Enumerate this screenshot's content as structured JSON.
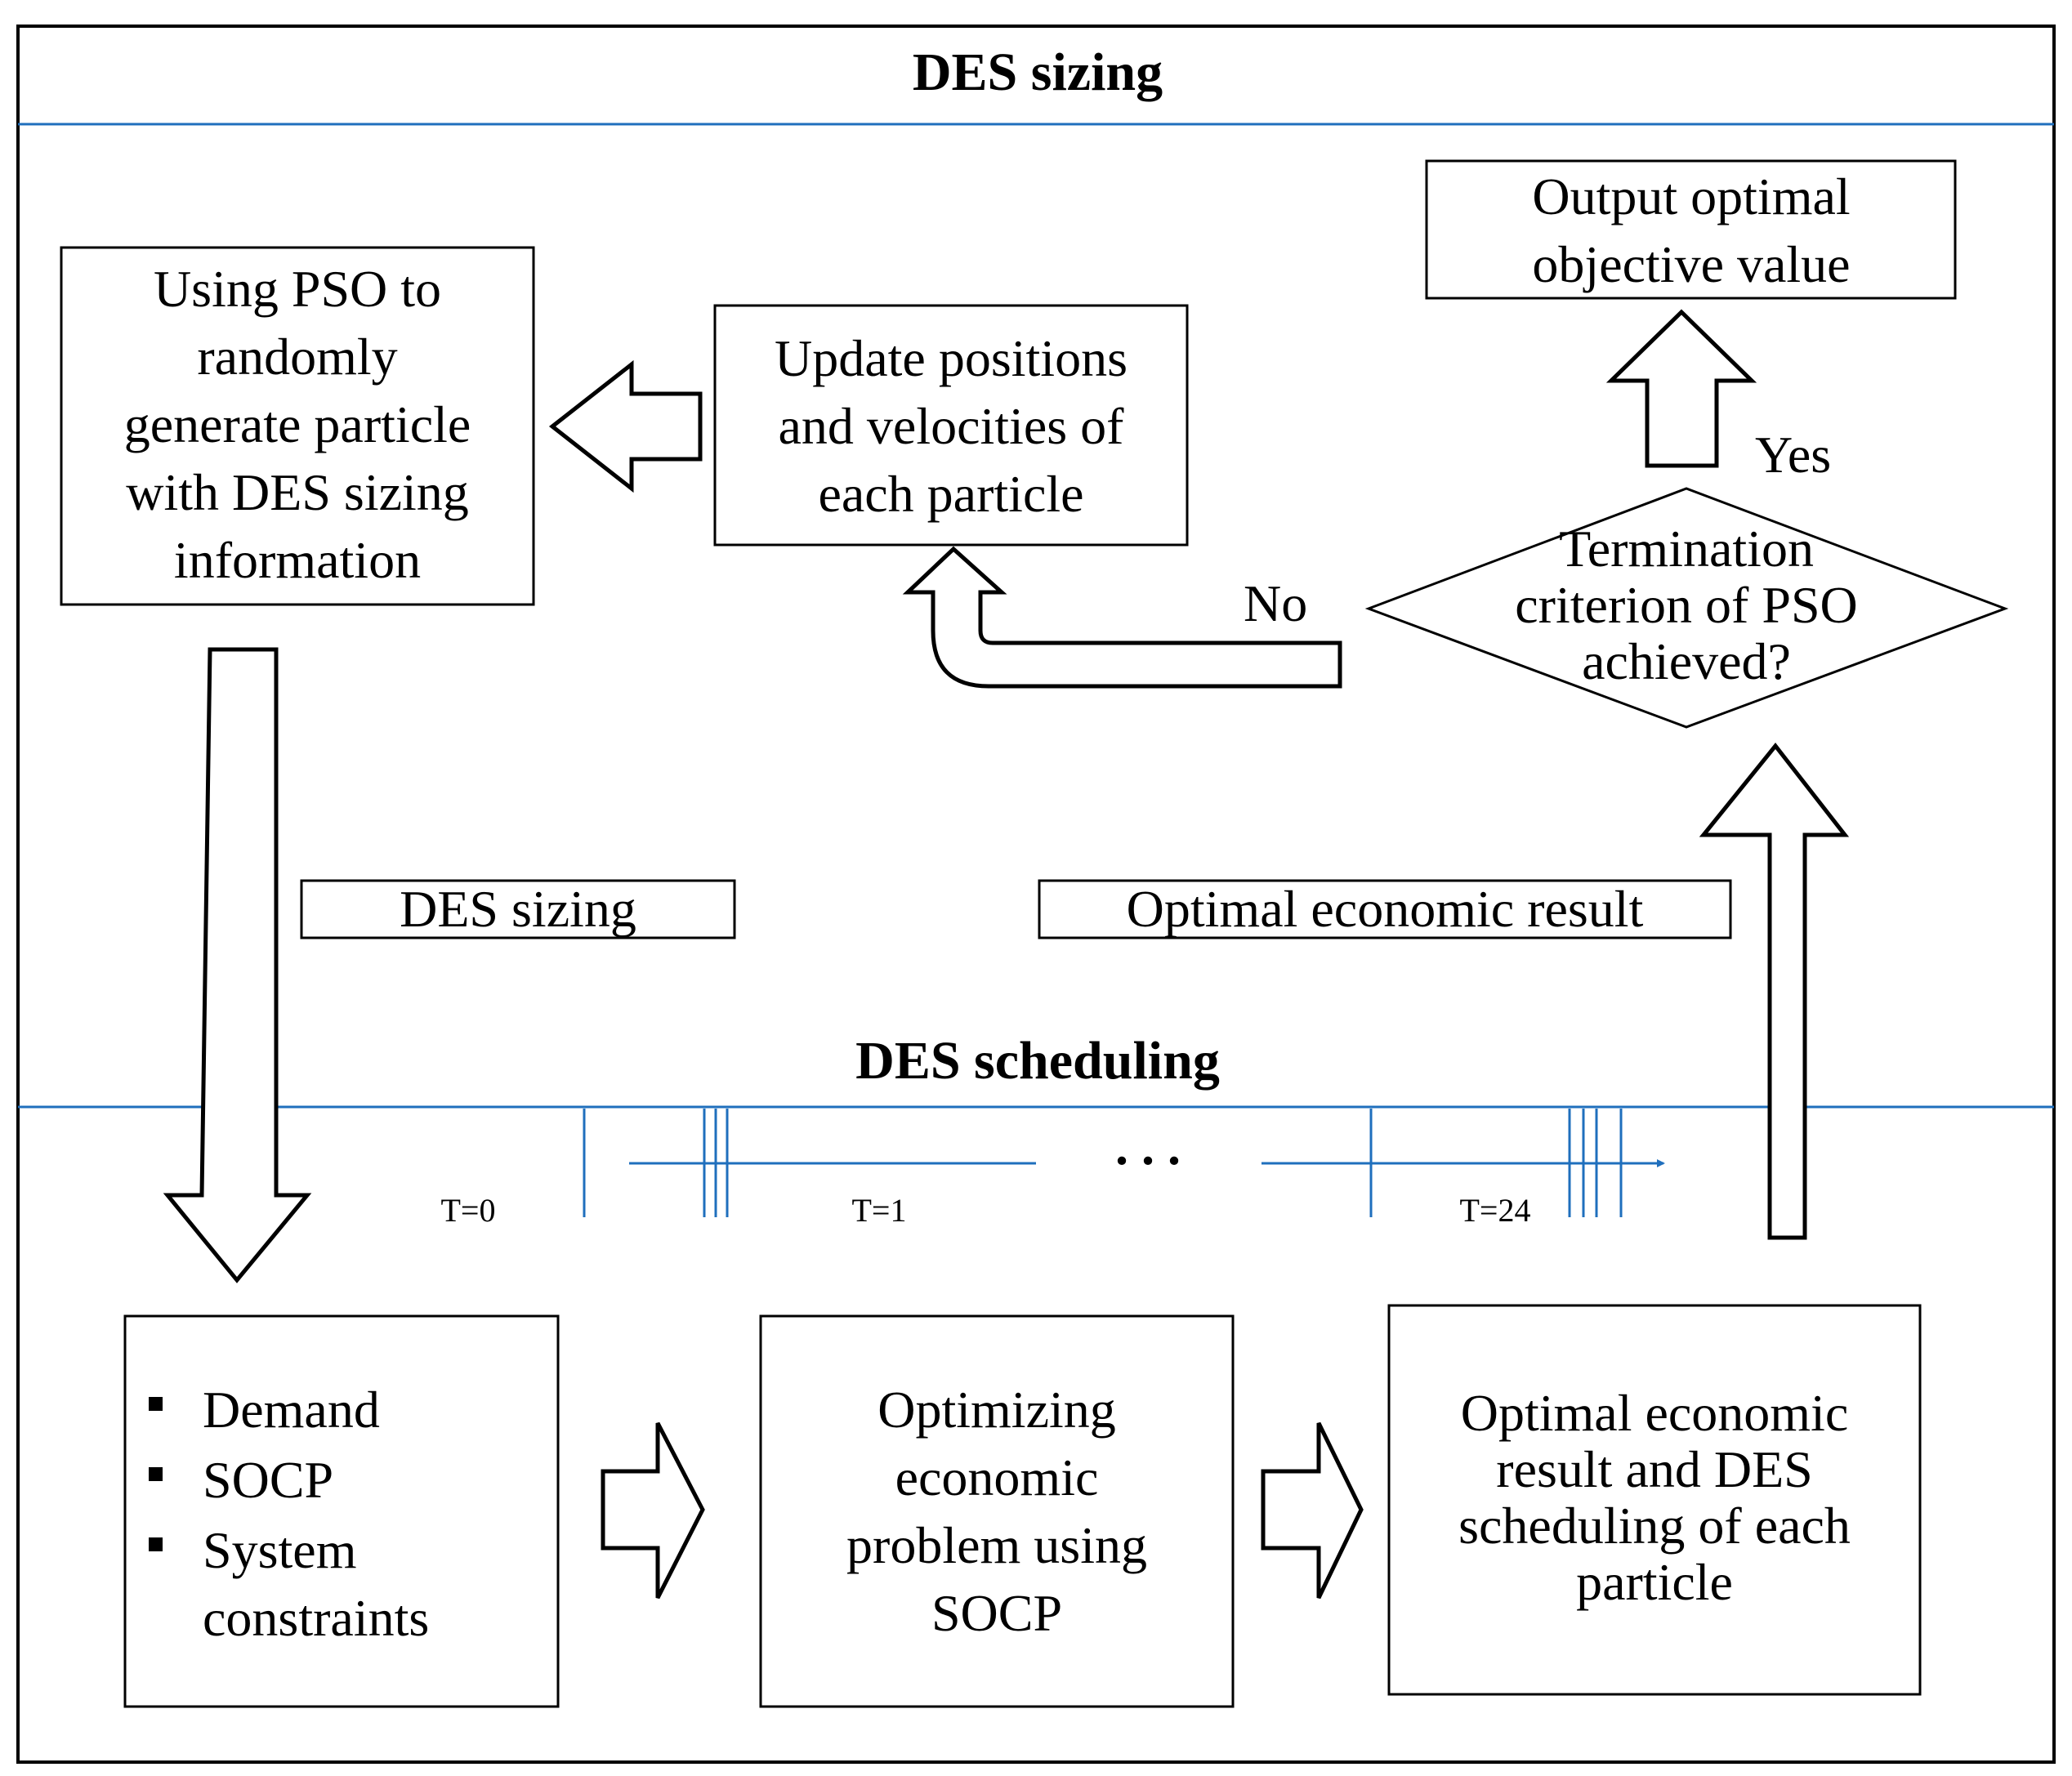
{
  "sections": {
    "sizing_title": "DES sizing",
    "scheduling_title": "DES scheduling"
  },
  "boxes": {
    "pso_generate": [
      "Using PSO to",
      "randomly",
      "generate particle",
      "with DES sizing",
      "information"
    ],
    "update": [
      "Update positions",
      "and velocities of",
      "each particle"
    ],
    "output": [
      "Output optimal",
      "objective value"
    ],
    "decision": [
      "Termination",
      "criterion of PSO",
      "achieved?"
    ],
    "inputs": [
      "Demand",
      "SOCP",
      "System",
      "constraints"
    ],
    "optimizing": [
      "Optimizing",
      "economic",
      "problem using",
      "SOCP"
    ],
    "result": [
      "Optimal economic",
      "result and DES",
      "scheduling of each",
      "particle"
    ]
  },
  "labels": {
    "yes": "Yes",
    "no": "No",
    "des_sizing_tag": "DES sizing",
    "optimal_result_tag": "Optimal economic result"
  },
  "timeline": {
    "ellipsis": ". . .",
    "t0": "T=0",
    "t1": "T=1",
    "t24": "T=24"
  },
  "colors": {
    "divider": "#1f6fbd",
    "timeline": "#1f6fbd",
    "stroke": "#000000"
  }
}
